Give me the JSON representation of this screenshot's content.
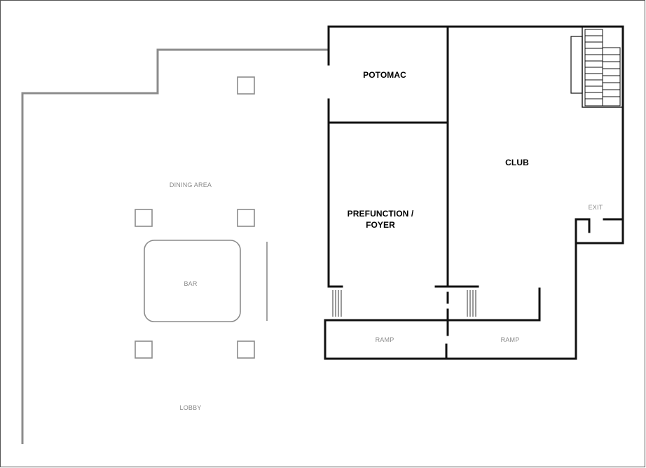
{
  "floorplan": {
    "rooms": {
      "potomac": "POTOMAC",
      "club": "CLUB",
      "prefunction_line1": "PREFUNCTION /",
      "prefunction_line2": "FOYER",
      "dining_area": "DINING AREA",
      "bar": "BAR",
      "lobby": "LOBBY",
      "ramp_left": "RAMP",
      "ramp_right": "RAMP",
      "exit": "EXIT"
    },
    "colors": {
      "wall_dark": "#111111",
      "wall_light": "#8c8c8c",
      "frame": "#555555"
    }
  }
}
